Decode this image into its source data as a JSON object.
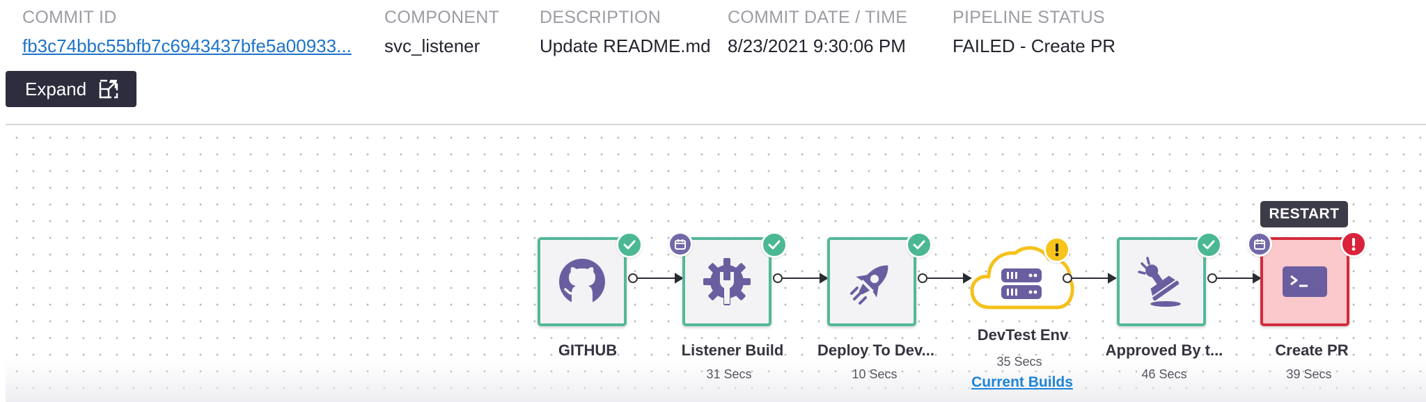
{
  "header": {
    "commit_id": {
      "label": "COMMIT ID",
      "value": "fb3c74bbc55bfb7c6943437bfe5a00933..."
    },
    "component": {
      "label": "COMPONENT",
      "value": "svc_listener"
    },
    "description": {
      "label": "DESCRIPTION",
      "value": "Update README.md"
    },
    "commit_date": {
      "label": "COMMIT DATE / TIME",
      "value": "8/23/2021 9:30:06 PM"
    },
    "pipeline_status": {
      "label": "PIPELINE STATUS",
      "value": "FAILED - Create PR"
    },
    "expand_label": "Expand"
  },
  "pipeline": {
    "restart_label": "RESTART",
    "colors": {
      "success": "#4bb893",
      "warning": "#f7c41b",
      "error": "#d9233a",
      "scheduled": "#7369a8",
      "node_border": "#54b89a",
      "failed_border": "#d22c3c",
      "failed_fill": "#fbc8cc"
    },
    "stages": [
      {
        "title": "GITHUB",
        "duration": "",
        "icon": "github-icon",
        "status": "success",
        "scheduled": false
      },
      {
        "title": "Listener Build",
        "duration": "31 Secs",
        "icon": "build-gear-icon",
        "status": "success",
        "scheduled": true
      },
      {
        "title": "Deploy To Dev...",
        "duration": "10 Secs",
        "icon": "rocket-icon",
        "status": "success",
        "scheduled": false
      },
      {
        "title": "DevTest Env",
        "duration": "35 Secs",
        "icon": "cloud-server-icon",
        "status": "warning",
        "scheduled": false,
        "link": "Current Builds"
      },
      {
        "title": "Approved By t...",
        "duration": "46 Secs",
        "icon": "approval-stamp-icon",
        "status": "success",
        "scheduled": false
      },
      {
        "title": "Create PR",
        "duration": "39 Secs",
        "icon": "terminal-icon",
        "status": "error",
        "scheduled": true
      }
    ]
  }
}
